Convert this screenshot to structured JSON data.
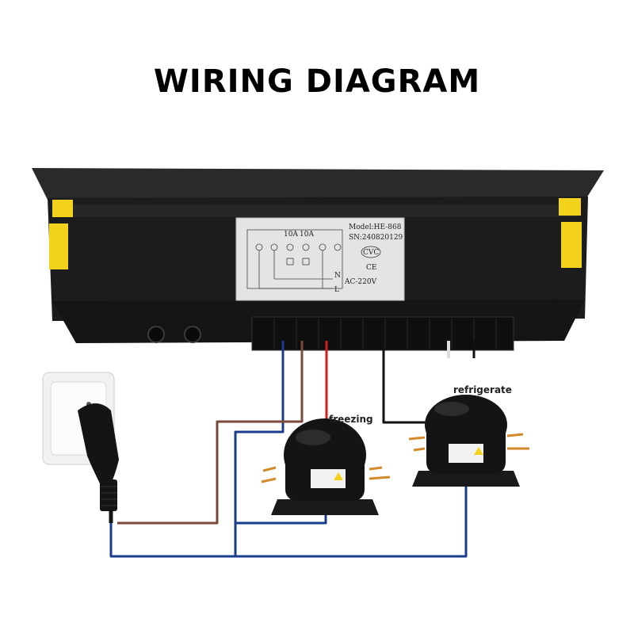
{
  "title": "WIRING DIAGRAM",
  "controller_label": {
    "model": "Model:HE-868",
    "serial": "SN:240820129",
    "cert_mark": "CVC",
    "ce_mark": "CE",
    "supply": "AC-220V",
    "neutral": "N",
    "live": "L",
    "relay1": "10A",
    "relay2": "10A"
  },
  "compressor_labels": {
    "freezing": "freezing",
    "refrigerate": "refrigerate"
  },
  "colors": {
    "wire_blue": "#1a3c8c",
    "wire_brown": "#7a4a3a",
    "wire_red": "#cc1f1f",
    "wire_black": "#111111",
    "clip_yellow": "#f2d21a",
    "housing": "#1c1c1c"
  }
}
